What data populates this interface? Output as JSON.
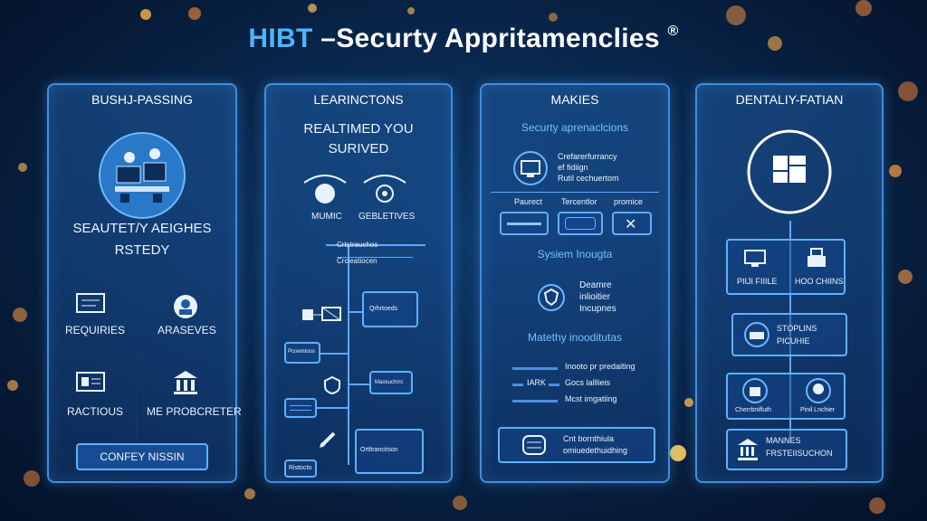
{
  "title": {
    "brand": "HIBT",
    "rest": " –Securty Appritamenclies",
    "mark": "®"
  },
  "panels": [
    {
      "heading": "BUSHJ-PASSING",
      "subtitle_line1": "SEAUTET/Y AEIGHES",
      "subtitle_line2": "RSTEDY",
      "items": [
        "REQUIRIES",
        "ARASEVES",
        "RACTIOUS",
        "ME PROBCRETER"
      ],
      "button": "CONFEY NISSIN"
    },
    {
      "heading": "LEARINCTONS",
      "subtitle_line1": "REALTIMED YOU",
      "subtitle_line2": "SURIVED",
      "left_label": "MUMIC",
      "right_label": "GEBLETIVES",
      "node_labels": [
        "Crtstrauchos",
        "Crcieatiocen",
        "Qrhrtoeds",
        "Pcoemtoos",
        "Maosuchrrc",
        "Ortltrancitson",
        "Ristocto"
      ]
    },
    {
      "heading": "MAKIES",
      "section1": "Securty aprenaclcions",
      "info_lines": [
        "Crefarerfurrancy",
        "ef fidiign",
        "Rutil cechuertom"
      ],
      "tab_labels": [
        "Paurect",
        "Tercentlor",
        "promice"
      ],
      "section2": "Sysiem Inougta",
      "shield_lines": [
        "Deamre",
        "inlioitier",
        "Incupnes"
      ],
      "section3": "Matethy inooditutas",
      "list": [
        {
          "key": "",
          "value": "Inooto pr predaiting"
        },
        {
          "key": "IARK",
          "value": "Gocs lalllieis"
        },
        {
          "key": "",
          "value": "Mcst imgatiing"
        }
      ],
      "footer_lines": [
        "Cnt bornthiula",
        "omiuedethuidhing"
      ]
    },
    {
      "heading": "DENTALIY-FATIAN",
      "row1": [
        "PIIJI FIIILE",
        "HOO CHIINS"
      ],
      "row2": [
        "STOPLINS",
        "PICUHIE"
      ],
      "row3": [
        "Cherrbnifluth",
        "Pinil Lnchier"
      ],
      "footer": [
        "MANNES",
        "FRSTEIISUCHON"
      ]
    }
  ],
  "colors": {
    "panel_border": "#3e8fe0",
    "accent": "#4fb4ff",
    "background": "#0a2a52"
  }
}
